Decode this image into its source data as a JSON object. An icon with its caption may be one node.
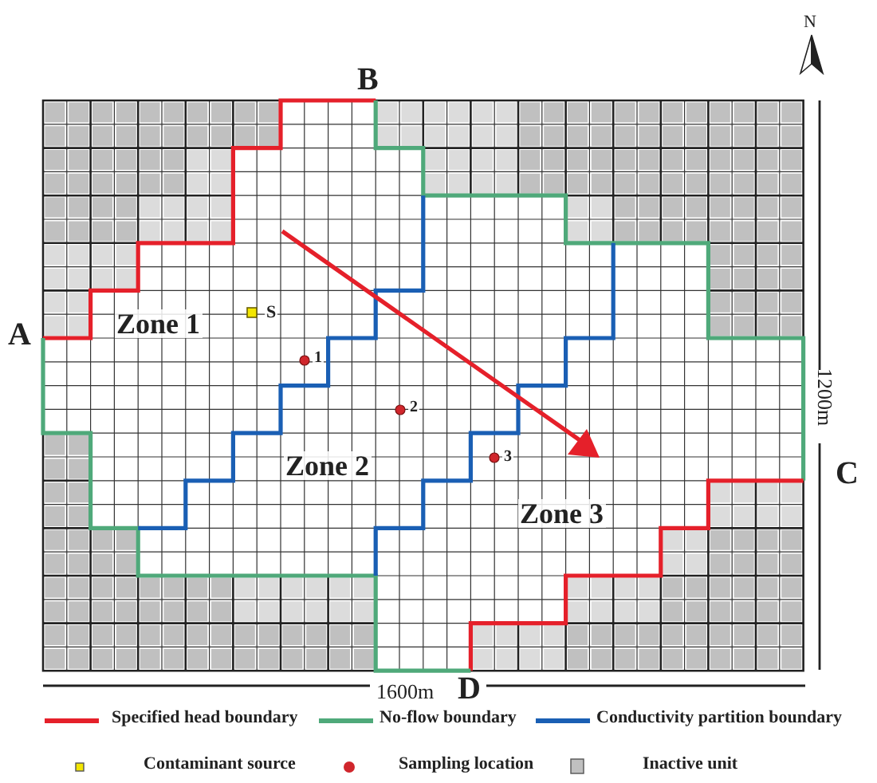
{
  "diagram": {
    "labels": [
      "N",
      "B",
      "A",
      "Zone 1",
      "S",
      "1",
      "2",
      "Zone 2",
      "3",
      "Zone 3",
      "C",
      "1200m",
      "1600m",
      "D"
    ],
    "legend": [
      {
        "text": "Specified head boundary"
      },
      {
        "text": "No-flow boundary"
      },
      {
        "text": "Conductivity partition boundary"
      },
      {
        "text": "Contaminant source"
      },
      {
        "text": "Sampling location"
      },
      {
        "text": "Inactive unit",
        "color": "#c0c0c0"
      }
    ]
  }
}
